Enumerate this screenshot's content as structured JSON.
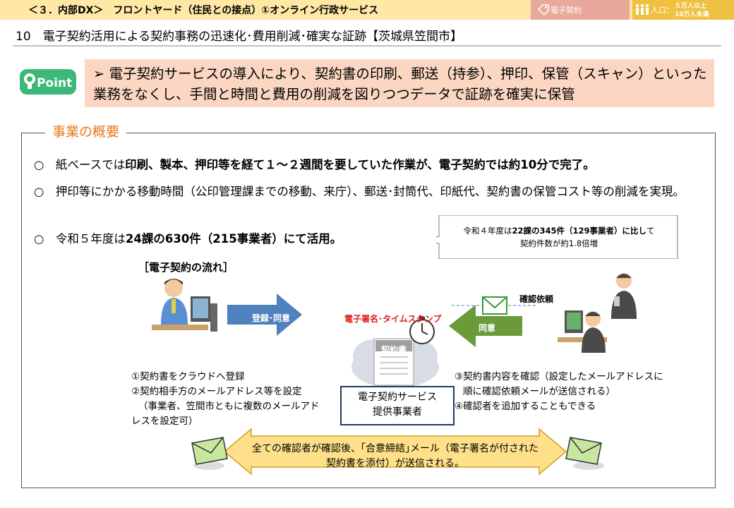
{
  "header": {
    "section": "＜３．内部DX＞　フロントヤード（住民との接点）①オンライン行政サービス",
    "tag_area": "電子契約",
    "population_prefix": "人口：",
    "population_line1": "５万人以上",
    "population_line2": "10万人未満"
  },
  "case_title": "10　電子契約活用による契約事務の迅速化･費用削減･確実な証跡【茨城県笠間市】",
  "point": {
    "logo_text": "Point",
    "text": "➢ 電子契約サービスの導入により、契約書の印刷、郵送（持参）、押印、保管（スキャン）といった業務をなくし、手間と時間と費用の削減を図りつつデータで証跡を確実に保管"
  },
  "overview": {
    "title": "事業の概要",
    "b1_pre": "○　紙ベースでは",
    "b1_bold": "印刷、製本、押印等を経て１～２週間を要していた作業が、電子契約では約10分で完了。",
    "b2": "○　押印等にかかる移動時間（公印管理課までの移動、来庁）、郵送･封筒代、印紙代、契約書の保管コスト等の削減を実現。",
    "b3_pre": "○　令和５年度は",
    "b3_bold": "24課の630件（215事業者）にて活用。",
    "callout_pre": "令和４年度は",
    "callout_bold": "22課の345件（129事業者）に比し",
    "callout_post": "て",
    "callout_line2": "契約件数が約1.8倍増"
  },
  "flow": {
    "title": "［電子契約の流れ］",
    "arrow_register": "登録･同意",
    "arrow_agree": "同意",
    "confirm_request": "確認依頼",
    "esign": "電子署名･タイムスタンプ",
    "doc_label": "契約書",
    "step1": "①契約書をクラウドへ登録",
    "step2": "②契約相手方のメールアドレス等を設定",
    "step2b": "（事業者、笠間市ともに複数のメールアド",
    "step2c": "レスを設定可）",
    "step3": "③契約書内容を確認（設定したメールアドレスに",
    "step3b": "順に確認依頼メールが送信される）",
    "step4": "④確認者を追加することもできる",
    "provider_l1": "電子契約サービス",
    "provider_l2": "提供事業者",
    "final_l1": "全ての確認者が確認後、｢合意締結｣メール（電子署名が付された",
    "final_l2": "契約書を添付）が送信される。"
  },
  "colors": {
    "header_bg": "#ffe8a6",
    "point_bg": "#fbd7c3",
    "accent_orange": "#e8791e",
    "arrow_blue": "#4f81bd",
    "arrow_green": "#6a9a3a",
    "final_yellow": "#ffe08a"
  }
}
